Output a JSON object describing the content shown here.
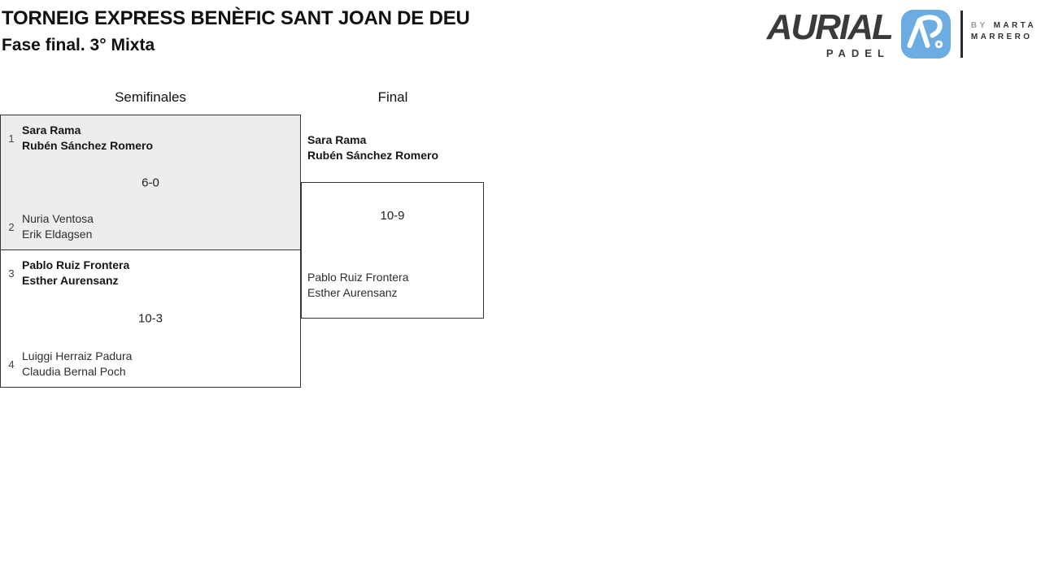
{
  "page": {
    "title": "TORNEIG EXPRESS BENÈFIC SANT JOAN DE DEU",
    "subtitle": "Fase final. 3° Mixta"
  },
  "logo": {
    "brand": "AURIAL",
    "sub": "PADEL",
    "monogram_icon": "aurial-monogram",
    "by_prefix": "BY",
    "by_name_line1": "MARTA",
    "by_name_line2": "MARRERO",
    "colors": {
      "accent_blue": "#6BACE3",
      "dark": "#3A3A3A"
    }
  },
  "bracket": {
    "rounds": [
      {
        "label": "Semifinales"
      },
      {
        "label": "Final"
      }
    ],
    "semifinals": [
      {
        "score": "6-0",
        "highlighted": true,
        "top": {
          "seed": "1",
          "players": [
            "Sara Rama",
            "Rubén Sánchez Romero"
          ],
          "winner": true
        },
        "bottom": {
          "seed": "2",
          "players": [
            "Nuria Ventosa",
            "Erik Eldagsen"
          ],
          "winner": false
        }
      },
      {
        "score": "10-3",
        "highlighted": false,
        "top": {
          "seed": "3",
          "players": [
            "Pablo Ruiz Frontera",
            "Esther Aurensanz"
          ],
          "winner": true
        },
        "bottom": {
          "seed": "4",
          "players": [
            "Luiggi Herraiz Padura",
            "Claudia Bernal Poch"
          ],
          "winner": false
        }
      }
    ],
    "final": {
      "score": "10-9",
      "top": {
        "players": [
          "Sara Rama",
          "Rubén Sánchez Romero"
        ],
        "winner": true
      },
      "bottom": {
        "players": [
          "Pablo Ruiz Frontera",
          "Esther Aurensanz"
        ],
        "winner": false
      }
    },
    "colors": {
      "box_fill": "#EDEDED",
      "border": "#333333"
    }
  }
}
